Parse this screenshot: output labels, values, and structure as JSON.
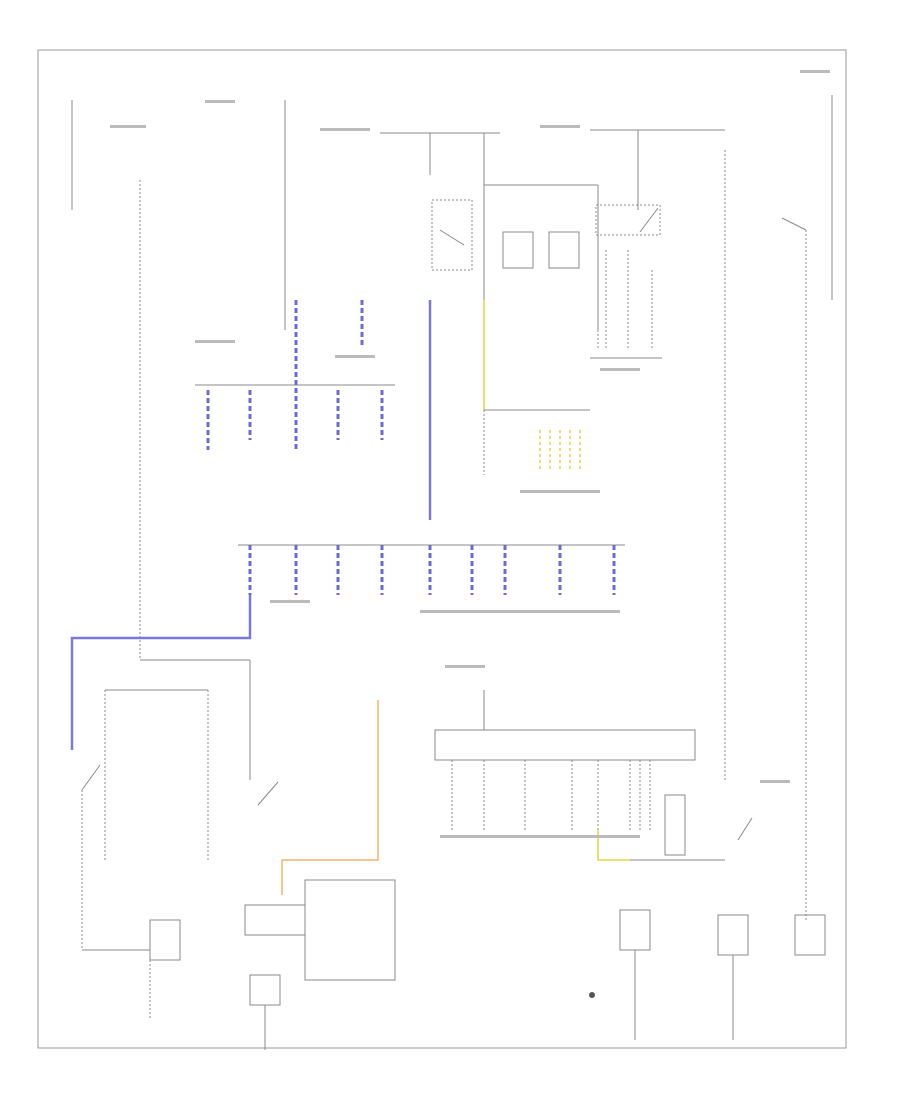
{
  "page_label": "",
  "colors": {
    "wire": "#8a8a8a",
    "blue_wire": "#7a78d8",
    "yellow_wire": "#e8e070",
    "orange_wire": "#f0a050",
    "background": "#ffffff"
  },
  "diagram": {
    "components": [
      "fuse-box",
      "relay",
      "switch",
      "ground",
      "connector",
      "junction-block",
      "module"
    ]
  }
}
